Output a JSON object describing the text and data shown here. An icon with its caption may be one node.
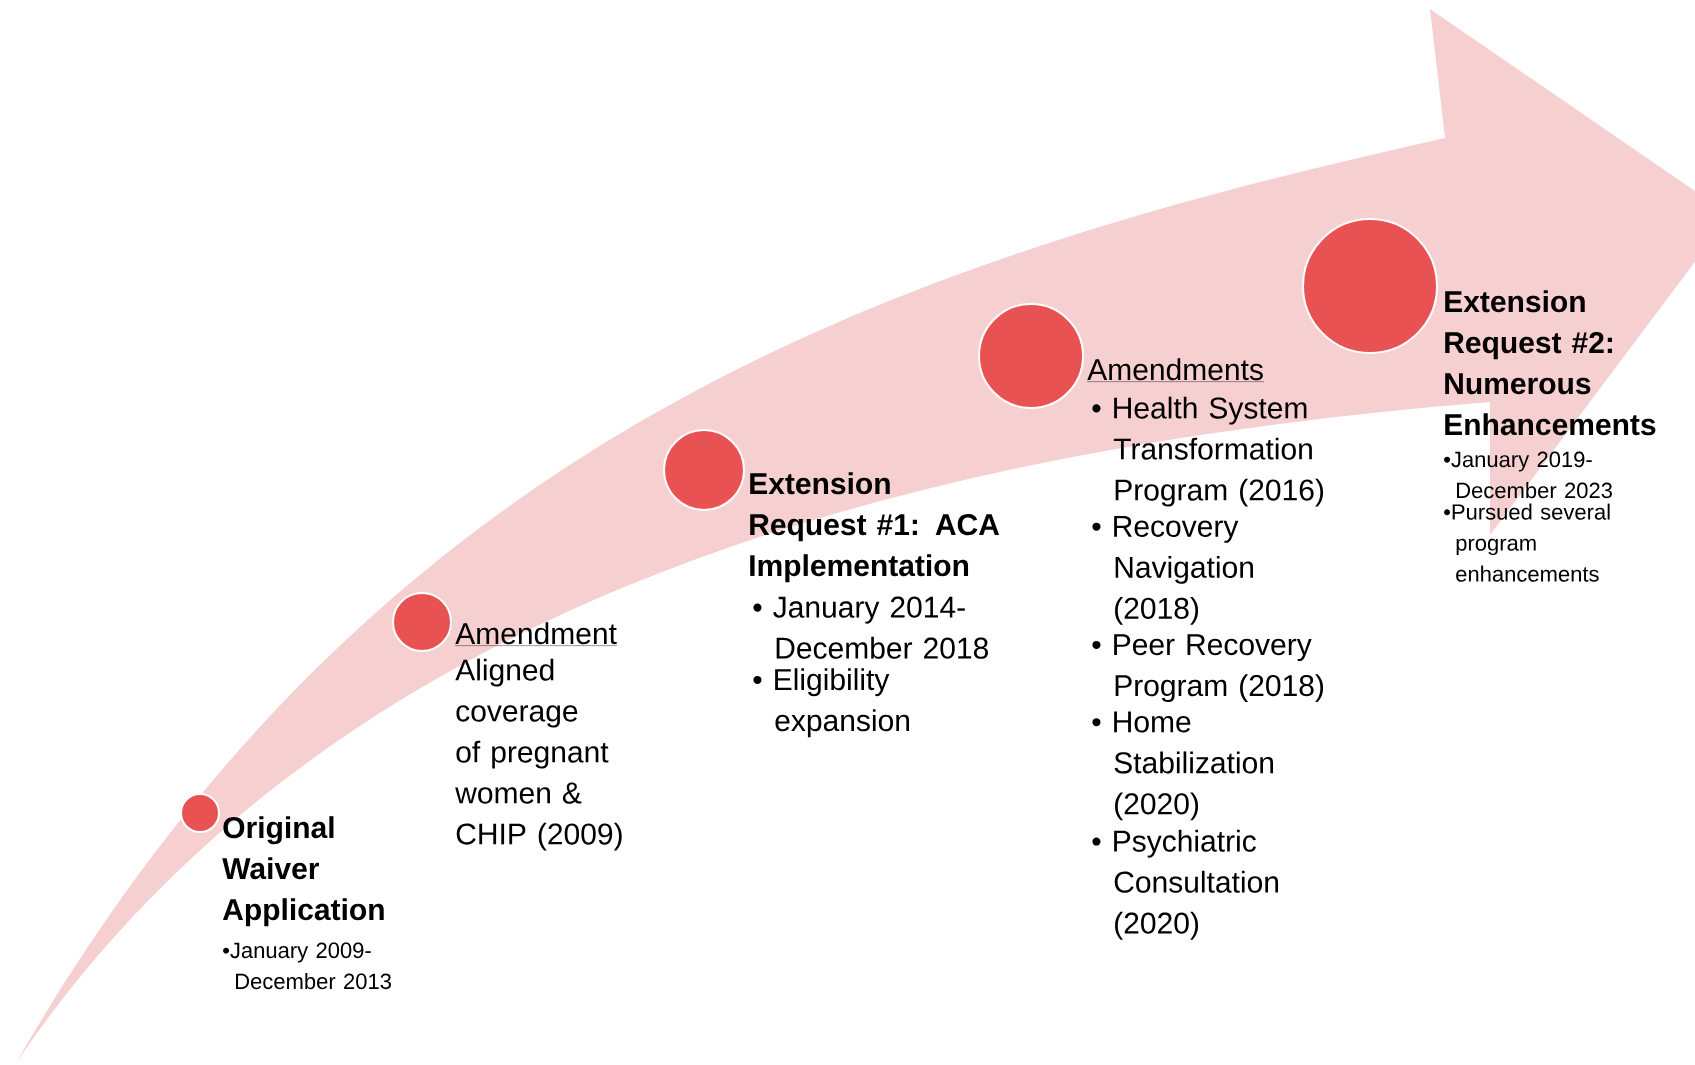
{
  "diagram": {
    "nodes": [
      {
        "text": [],
        "shape": "circle",
        "beside": [
          "Original Waiver Application",
          "•January 2009-December 2013"
        ]
      },
      {
        "text": [],
        "shape": "circle",
        "beside": [
          "Amendment",
          "Aligned coverage of pregnant women & CHIP (2009)"
        ]
      },
      {
        "text": [],
        "shape": "circle",
        "beside": [
          "Extension Request #1: ACA Implementation",
          "• January 2014-December 2018",
          "• Eligibility expansion"
        ]
      },
      {
        "text": [],
        "shape": "circle",
        "beside": [
          "Amendments",
          "• Health System Transformation Program (2016)",
          "• Recovery Navigation (2018)",
          "• Peer Recovery Program (2018)",
          "• Home Stabilization (2020)",
          "• Psychiatric Consultation (2020)"
        ]
      },
      {
        "text": [],
        "shape": "circle",
        "beside": [
          "Extension Request #2: Numerous Enhancements",
          "•January 2019-December 2023",
          "•Pursued several program enhancements"
        ]
      }
    ]
  }
}
